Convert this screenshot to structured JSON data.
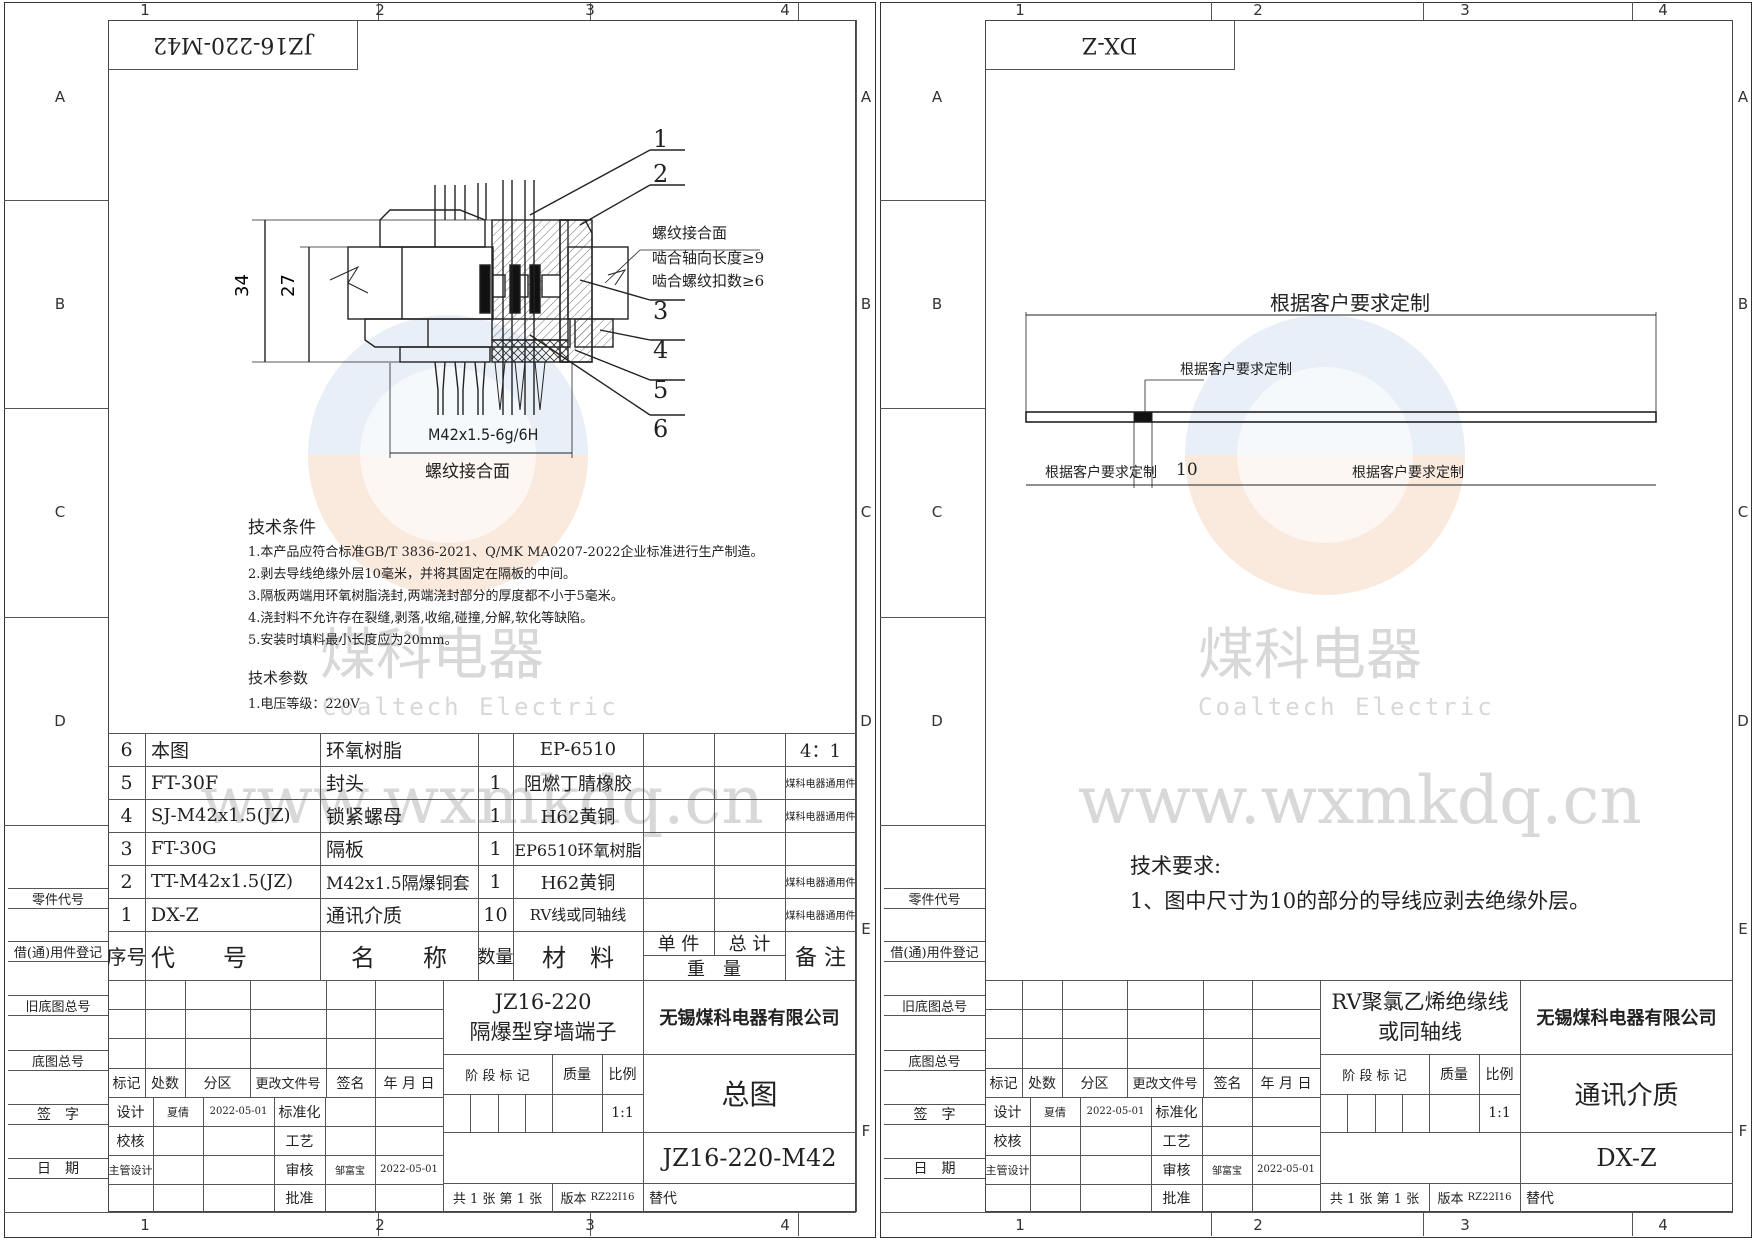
{
  "zones": {
    "columns": [
      "1",
      "2",
      "3",
      "4"
    ],
    "rows": [
      "A",
      "B",
      "C",
      "D",
      "E",
      "F"
    ]
  },
  "watermark": {
    "brand_cn": "煤科电器",
    "brand_en": "Coaltech Electric",
    "url": "www.wxmkdq.cn",
    "colors": {
      "orange": "#f3c9a8",
      "blue": "#c9d7ea",
      "gray": "#d8d8d8"
    }
  },
  "left_sheet": {
    "corner_code": "JZ16-220-M42",
    "drawing": {
      "dim_34": "34",
      "dim_27": "27",
      "thread_spec": "M42x1.5-6g/6H",
      "thread_face_label": "螺纹接合面",
      "callouts": [
        "1",
        "2",
        "3",
        "4",
        "5",
        "6"
      ],
      "annotation": [
        "螺纹接合面",
        "啮合轴向长度≥9",
        "啮合螺纹扣数≥6"
      ]
    },
    "tech_conditions": {
      "title": "技术条件",
      "items": [
        "1.本产品应符合标准GB/T 3836-2021、Q/MK MA0207-2022企业标准进行生产制造。",
        "2.剥去导线绝缘外层10毫米，并将其固定在隔板的中间。",
        "3.隔板两端用环氧树脂浇封,两端浇封部分的厚度都不小于5毫米。",
        "4.浇封料不允许存在裂缝,剥落,收缩,碰撞,分解,软化等缺陷。",
        "5.安装时填料最小长度应为20mm。"
      ]
    },
    "tech_params": {
      "title": "技术参数",
      "items": [
        "1.电压等级：220V"
      ]
    },
    "bom": {
      "rows": [
        {
          "no": "6",
          "code": "本图",
          "name": "环氧树脂",
          "qty": "",
          "material": "EP-6510",
          "unit_wt": "",
          "total_wt": "",
          "remark": "4：1"
        },
        {
          "no": "5",
          "code": "FT-30F",
          "name": "封头",
          "qty": "1",
          "material": "阻燃丁腈橡胶",
          "unit_wt": "",
          "total_wt": "",
          "remark": "煤科电器通用件"
        },
        {
          "no": "4",
          "code": "SJ-M42x1.5(JZ)",
          "name": "锁紧螺母",
          "qty": "1",
          "material": "H62黄铜",
          "unit_wt": "",
          "total_wt": "",
          "remark": "煤科电器通用件"
        },
        {
          "no": "3",
          "code": "FT-30G",
          "name": "隔板",
          "qty": "1",
          "material": "EP6510环氧树脂",
          "unit_wt": "",
          "total_wt": "",
          "remark": ""
        },
        {
          "no": "2",
          "code": "TT-M42x1.5(JZ)",
          "name": "M42x1.5隔爆铜套",
          "qty": "1",
          "material": "H62黄铜",
          "unit_wt": "",
          "total_wt": "",
          "remark": "煤科电器通用件"
        },
        {
          "no": "1",
          "code": "DX-Z",
          "name": "通讯介质",
          "qty": "10",
          "material": "RV线或同轴线",
          "unit_wt": "",
          "total_wt": "",
          "remark": "煤科电器通用件"
        }
      ],
      "header": {
        "no": "序号",
        "code": "代　　号",
        "name": "名　　称",
        "qty": "数量",
        "material": "材　料",
        "unit_wt": "单 件",
        "total_wt": "总 计",
        "weight": "重　量",
        "remark": "备 注"
      }
    },
    "title_block": {
      "product_line1": "JZ16-220",
      "product_line2": "隔爆型穿墙端子",
      "company": "无锡煤科电器有限公司",
      "drawing_name": "总图",
      "drawing_no": "JZ16-220-M42",
      "stage_label": "阶 段 标 记",
      "mass_label": "质量",
      "scale_label": "比例",
      "scale_value": "1:1",
      "sheets": "共 1 张  第 1 张",
      "version_label": "版本",
      "version_value": "RZ22I16",
      "replace_label": "替代"
    }
  },
  "right_sheet": {
    "corner_code": "DX-Z",
    "drawing": {
      "overall_dim": "根据客户要求定制",
      "strip_note": "根据客户要求定制",
      "left_dim": "根据客户要求定制",
      "strip_dim": "10",
      "right_dim": "根据客户要求定制"
    },
    "tech_requirements": {
      "title": "技术要求:",
      "items": [
        "1、图中尺寸为10的部分的导线应剥去绝缘外层。"
      ]
    },
    "title_block": {
      "product_line1": "RV聚氯乙烯绝缘线",
      "product_line2": "或同轴线",
      "company": "无锡煤科电器有限公司",
      "drawing_name": "通讯介质",
      "drawing_no": "DX-Z",
      "stage_label": "阶 段 标 记",
      "mass_label": "质量",
      "scale_label": "比例",
      "scale_value": "1:1",
      "sheets": "共 1 张  第 1 张",
      "version_label": "版本",
      "version_value": "RZ22I16",
      "replace_label": "替代"
    }
  },
  "side_labels": [
    "零件代号",
    "借(通)用件登记",
    "旧底图总号",
    "底图总号",
    "签　字",
    "日　期"
  ],
  "revision_block": {
    "headers": [
      "标记",
      "处数",
      "分区",
      "更改文件号",
      "签名",
      "年 月 日"
    ],
    "design_label": "设计",
    "designer": "夏倩",
    "design_date": "2022-05-01",
    "standardize_label": "标准化",
    "check_label": "校核",
    "process_label": "工艺",
    "chief_label": "主管设计",
    "review_label": "审核",
    "reviewer": "邹富宝",
    "review_date": "2022-05-01",
    "approve_label": "批准"
  }
}
